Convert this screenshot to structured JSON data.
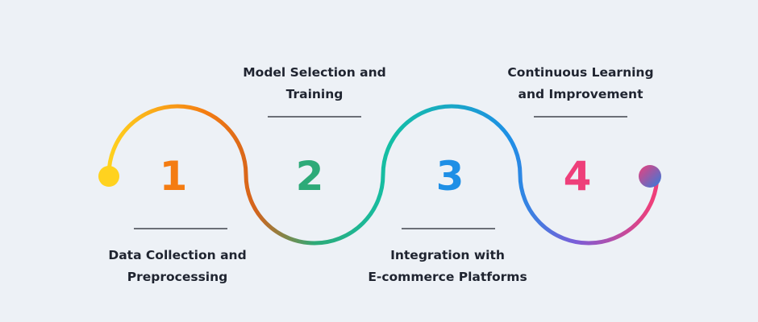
{
  "steps": [
    {
      "number": "1",
      "title_line1": "Data Collection and",
      "title_line2": "Preprocessing",
      "color": "#f47c12"
    },
    {
      "number": "2",
      "title_line1": "Model Selection and",
      "title_line2": "Training",
      "color": "#2daa78"
    },
    {
      "number": "3",
      "title_line1": "Integration with",
      "title_line2": "E-commerce Platforms",
      "color": "#1e8fe6"
    },
    {
      "number": "4",
      "title_line1": "Continuous Learning",
      "title_line2": "and Improvement",
      "color": "#ee3f7a"
    }
  ],
  "colors": {
    "background": "#edf1f6",
    "start_dot": "#ffd21f",
    "end_dot_from": "#ee3f7a",
    "end_dot_to": "#2f7de0",
    "curve_stops": [
      "#ffd21f",
      "#f47c12",
      "#d4631c",
      "#2daa78",
      "#14bfa6",
      "#1e8fe6",
      "#7b5ed8",
      "#ee3f7a"
    ]
  }
}
